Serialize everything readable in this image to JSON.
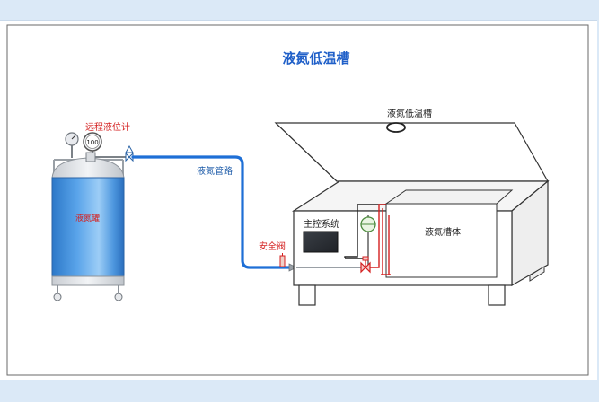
{
  "title": "液氮低温槽",
  "labels": {
    "remote_gauge": "远程液位计",
    "gauge_value": "100",
    "tank": "液氮罐",
    "pipe": "液氮管路",
    "safety_valve": "安全阀",
    "cold_tank_lid": "液氮低温槽",
    "control_system": "主控系统",
    "tank_body": "液氮槽体"
  },
  "colors": {
    "title": "#1f5fc8",
    "red_label": "#d42020",
    "blue_label": "#1b5aa8",
    "pipe": "#1e6fd6"
  }
}
